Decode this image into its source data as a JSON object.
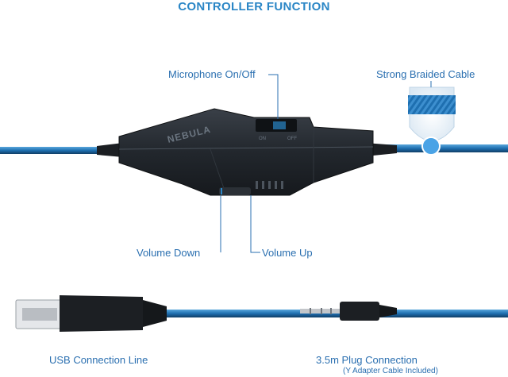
{
  "title": "CONTROLLER FUNCTION",
  "labels": {
    "microphone": "Microphone On/Off",
    "braided": "Strong Braided Cable",
    "volume_down": "Volume  Down",
    "volume_up": "Volume  Up",
    "usb": "USB Connection Line",
    "plug": "3.5m Plug Connection",
    "plug_note": "(Y Adapter Cable Included)"
  },
  "controller": {
    "brand": "NEBULA",
    "switch_on": "ON",
    "switch_off": "OFF"
  },
  "colors": {
    "accent": "#2a86c6",
    "label": "#2a6fb0",
    "cable": "#1d6fae",
    "body": "#1f2327"
  }
}
